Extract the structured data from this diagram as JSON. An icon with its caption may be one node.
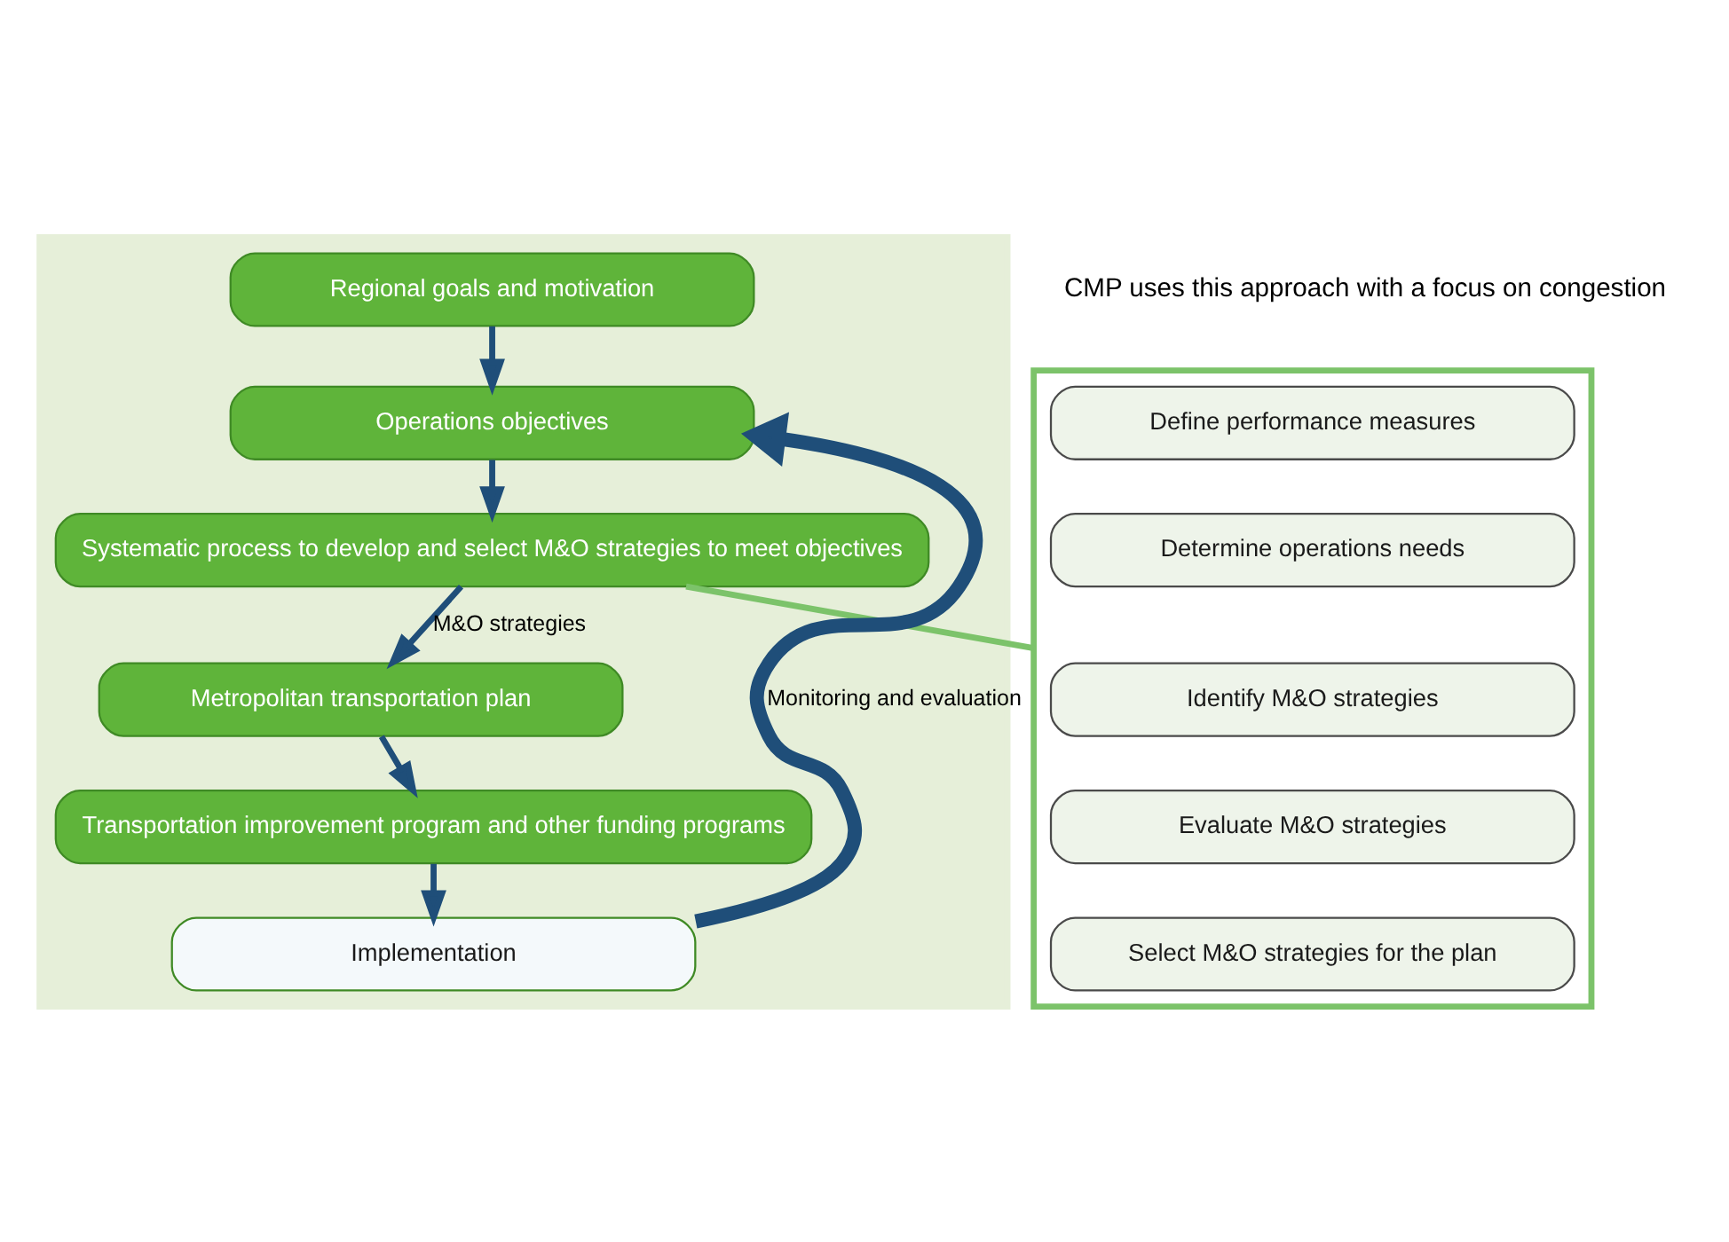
{
  "diagram": {
    "nodes": [
      {
        "text": [],
        "shape": "box"
      },
      {
        "text": [
          "Regional goals and motivation"
        ],
        "in": 0
      },
      {
        "text": [
          "Operations objectives"
        ],
        "in": 0
      },
      {
        "text": [
          "Systematic process to develop and select M&O strategies to meet objectives"
        ],
        "in": 0
      },
      {
        "text": [
          "Metropolitan transportation plan"
        ],
        "in": 0
      },
      {
        "text": [
          "Transportation improvement program and other funding programs"
        ],
        "in": 0
      },
      {
        "text": [
          "Implementation"
        ],
        "in": 0
      },
      {
        "text": [],
        "shape": "box"
      },
      {
        "text": [
          "Define performance measures"
        ],
        "in": 7
      },
      {
        "text": [
          "Determine operations needs"
        ],
        "in": 7
      },
      {
        "text": [
          "Identify M&O strategies"
        ],
        "in": 7
      },
      {
        "text": [
          "Evaluate M&O strategies"
        ],
        "in": 7
      },
      {
        "text": [
          "Select M&O strategies for the plan"
        ],
        "in": 7
      }
    ],
    "edges": [
      {
        "from": 1,
        "to": 2,
        "arrow": "to"
      },
      {
        "from": 2,
        "to": 3,
        "arrow": "to"
      },
      {
        "from": 3,
        "to": 4,
        "arrow": "to",
        "label": "M&O strategies"
      },
      {
        "from": 4,
        "to": 5,
        "arrow": "to"
      },
      {
        "from": 5,
        "to": 6,
        "arrow": "to"
      },
      {
        "from": 6,
        "to": 2,
        "arrow": "to",
        "label": "Monitoring and evaluation",
        "style": "thick"
      },
      {
        "from": 3,
        "to": 7,
        "arrow": "none",
        "color": "#7cc36a"
      }
    ],
    "labels": [
      "CMP uses this approach with a focus on congestion"
    ]
  }
}
